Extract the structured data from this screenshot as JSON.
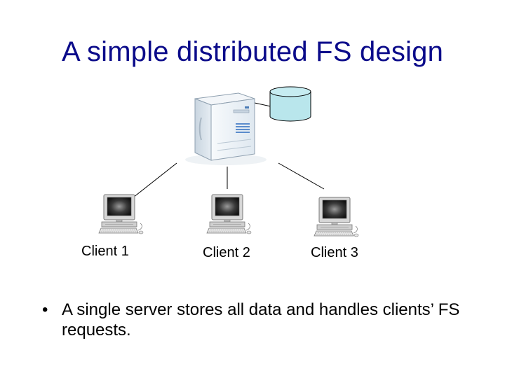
{
  "slide": {
    "title": "A simple distributed FS design"
  },
  "diagram": {
    "nodes": [
      {
        "id": "server",
        "kind": "server",
        "icon": "server-tower-icon"
      },
      {
        "id": "storage",
        "kind": "database",
        "icon": "database-cylinder-icon"
      },
      {
        "id": "client1",
        "kind": "client",
        "icon": "desktop-computer-icon",
        "label": "Client 1"
      },
      {
        "id": "client2",
        "kind": "client",
        "icon": "desktop-computer-icon",
        "label": "Client 2"
      },
      {
        "id": "client3",
        "kind": "client",
        "icon": "desktop-computer-icon",
        "label": "Client 3"
      }
    ],
    "edges": [
      {
        "from": "server",
        "to": "client1"
      },
      {
        "from": "server",
        "to": "client2"
      },
      {
        "from": "server",
        "to": "client3"
      },
      {
        "from": "server",
        "to": "storage"
      }
    ],
    "colors": {
      "title": "#0b0b8a",
      "database_fill": "#b9e6ec",
      "server_body": "#e9f0f6",
      "screen": "#2c2c2c"
    }
  },
  "bullets": [
    {
      "text": "A single server stores all data and handles clients’ FS requests."
    }
  ],
  "bullet_symbol": "•"
}
